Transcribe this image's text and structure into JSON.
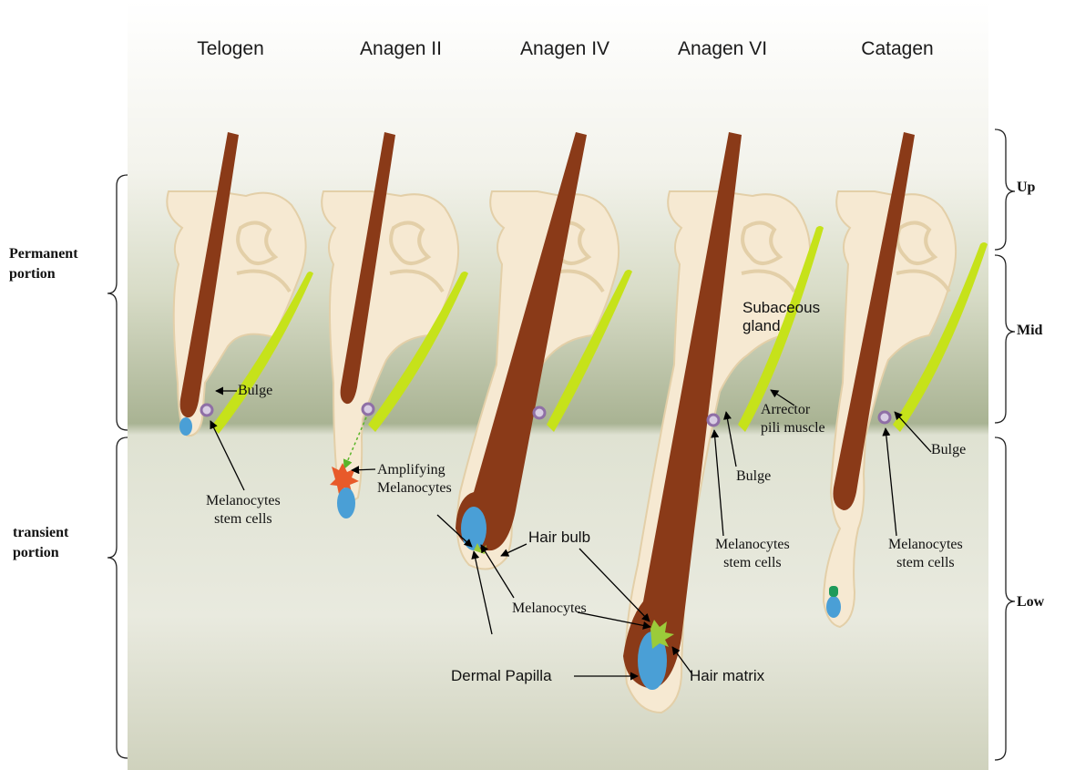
{
  "stages": [
    "Telogen",
    "Anagen II",
    "Anagen IV",
    "Anagen VI",
    "Catagen"
  ],
  "portions": {
    "permanent": [
      "Permanent",
      "portion"
    ],
    "transient": [
      "transient",
      "portion"
    ]
  },
  "zones": {
    "up": "Up",
    "mid": "Mid",
    "low": "Low"
  },
  "labels": {
    "bulge_telogen": "Bulge",
    "melanocytes_stem_telogen": [
      "Melanocytes",
      "stem cells"
    ],
    "amplifying_melanocytes": [
      "Amplifying",
      "Melanocytes"
    ],
    "hair_bulb": "Hair bulb",
    "melanocytes": "Melanocytes",
    "dermal_papilla": "Dermal Papilla",
    "hair_matrix": "Hair matrix",
    "subaceous_gland": [
      "Subaceous",
      "gland"
    ],
    "arrector_pili": [
      "Arrector",
      "pili muscle"
    ],
    "bulge_anagen6": "Bulge",
    "melanocytes_stem_anagen6": [
      "Melanocytes",
      "stem cells"
    ],
    "bulge_catagen": "Bulge",
    "melanocytes_stem_catagen": [
      "Melanocytes",
      "stem cells"
    ]
  },
  "colors": {
    "hair_shaft": "#8a3a18",
    "follicle_sheath": "#f6e9d2",
    "muscle": "#c6e21a",
    "dermal_papilla": "#4a9fd6",
    "stem_cell": "#8f6fa6",
    "amplifying": "#e85a2a",
    "melanocyte": "#9bcb3a"
  }
}
